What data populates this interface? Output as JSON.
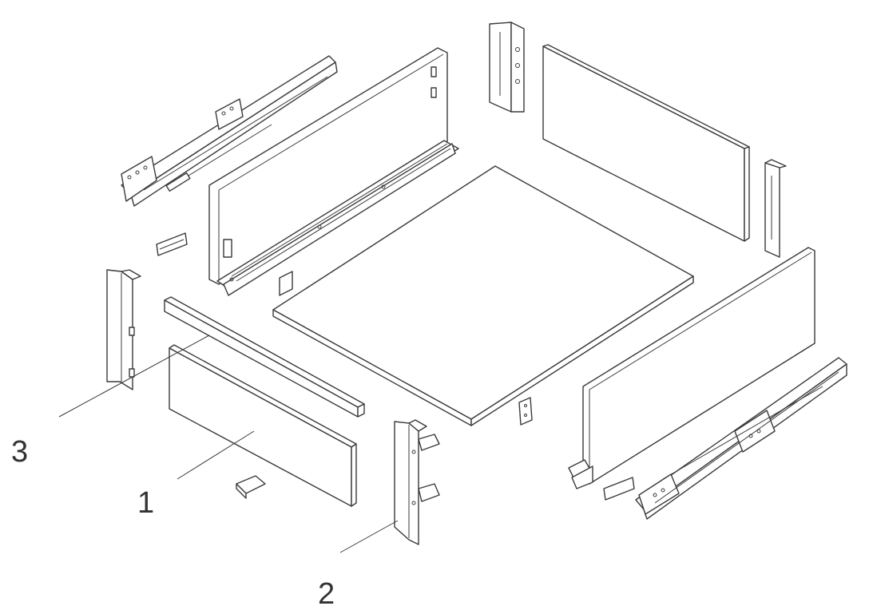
{
  "callouts": [
    {
      "label": "3"
    },
    {
      "label": "1"
    },
    {
      "label": "2"
    }
  ],
  "colors": {
    "line": "#3a3a3a",
    "background": "#ffffff",
    "text": "#333333"
  }
}
